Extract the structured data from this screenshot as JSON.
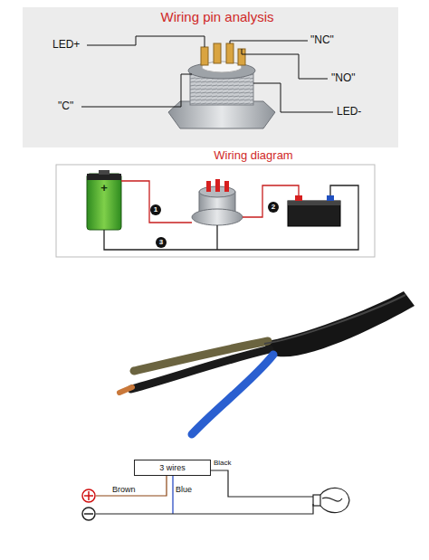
{
  "diagram": {
    "nodes": [
      {
        "text": [
          "3 wires"
        ]
      }
    ],
    "labels": [
      "Wiring pin analysis",
      "LED+",
      "\"NC\"",
      "\"NO\"",
      "\"C\"",
      "LED-",
      "Wiring diagram",
      "1",
      "2",
      "3",
      "+",
      "Brown",
      "Blue",
      "Black"
    ]
  }
}
